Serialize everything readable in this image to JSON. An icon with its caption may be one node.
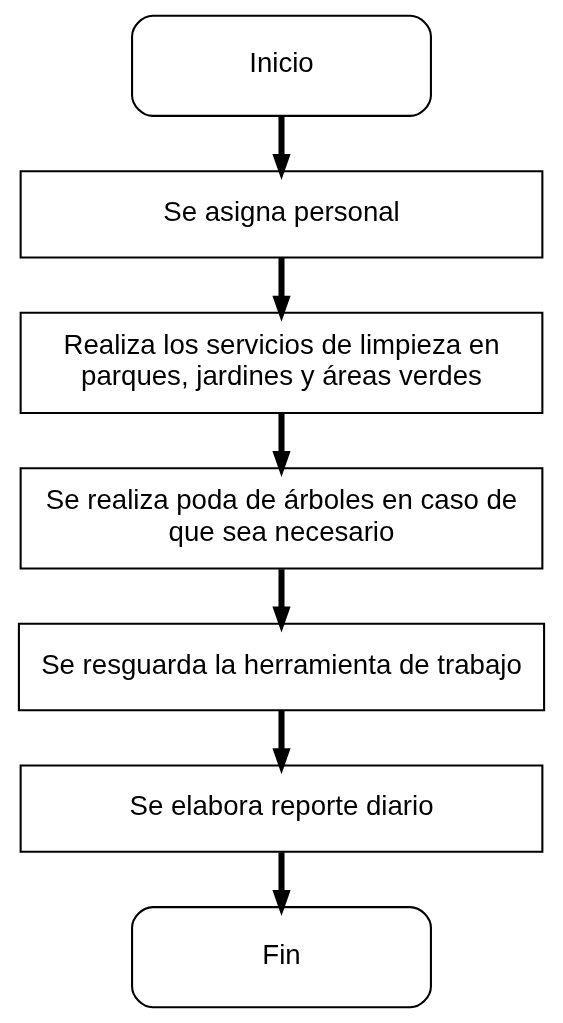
{
  "diagram": {
    "nodes": [
      {
        "text": [
          "Inicio"
        ]
      },
      {
        "text": [
          "Se asigna personal"
        ]
      },
      {
        "text": [
          "Realiza los servicios de limpieza en parques, jardines y áreas verdes"
        ]
      },
      {
        "text": [
          "Se realiza poda de árboles en caso de que sea necesario"
        ]
      },
      {
        "text": [
          "Se resguarda la herramienta de trabajo"
        ]
      },
      {
        "text": [
          "Se elabora reporte diario"
        ]
      },
      {
        "text": [
          "Fin"
        ]
      }
    ],
    "edges": [
      {
        "from": 0,
        "to": 1,
        "arrow": "to"
      },
      {
        "from": 1,
        "to": 2,
        "arrow": "to"
      },
      {
        "from": 2,
        "to": 3,
        "arrow": "to"
      },
      {
        "from": 3,
        "to": 4,
        "arrow": "to"
      },
      {
        "from": 4,
        "to": 5,
        "arrow": "to"
      },
      {
        "from": 5,
        "to": 6,
        "arrow": "to"
      }
    ]
  }
}
